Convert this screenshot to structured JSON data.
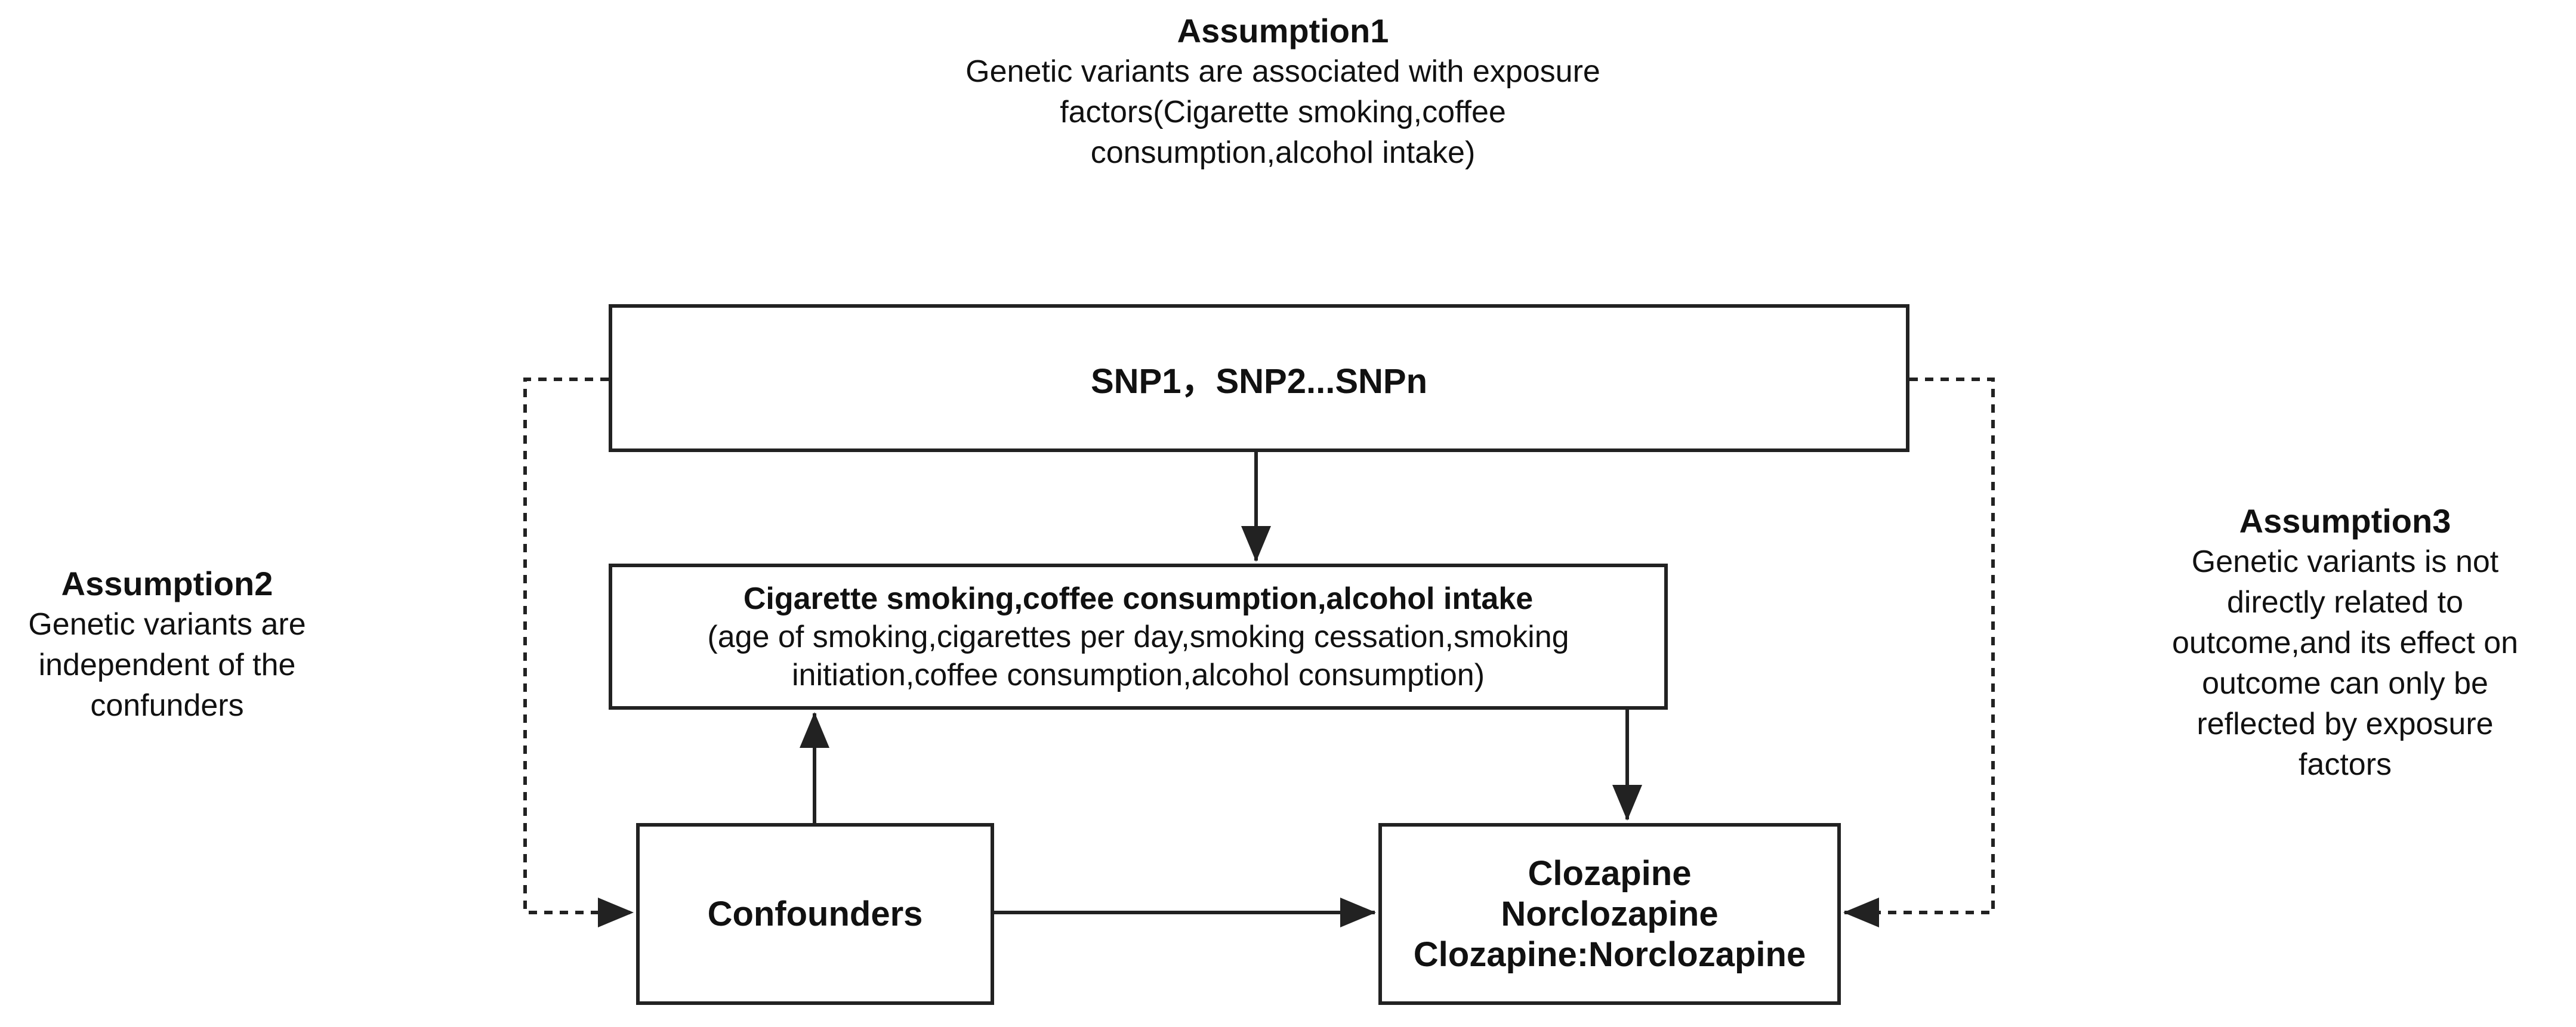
{
  "assumption1": {
    "heading": "Assumption1",
    "lines": [
      "Genetic variants are associated with exposure",
      "factors(Cigarette smoking,coffee",
      "consumption,alcohol intake)"
    ]
  },
  "assumption2": {
    "heading": "Assumption2",
    "lines": [
      "Genetic variants are",
      "independent of the",
      "confunders"
    ]
  },
  "assumption3": {
    "heading": "Assumption3",
    "lines": [
      "Genetic variants is not",
      "directly related to",
      "outcome,and its effect on",
      "outcome can only be",
      "reflected by exposure",
      "factors"
    ]
  },
  "snp_box": {
    "label": "SNP1，SNP2...SNPn"
  },
  "exposure_box": {
    "title": "Cigarette smoking,coffee consumption,alcohol intake",
    "lines": [
      "(age of smoking,cigarettes per day,smoking cessation,smoking",
      "initiation,coffee consumption,alcohol consumption)"
    ]
  },
  "confounders_box": {
    "label": "Confounders"
  },
  "outcome_box": {
    "lines": [
      "Clozapine",
      "Norclozapine",
      "Clozapine:Norclozapine"
    ]
  },
  "colors": {
    "stroke": "#222222",
    "background": "#ffffff",
    "text": "#111111"
  }
}
